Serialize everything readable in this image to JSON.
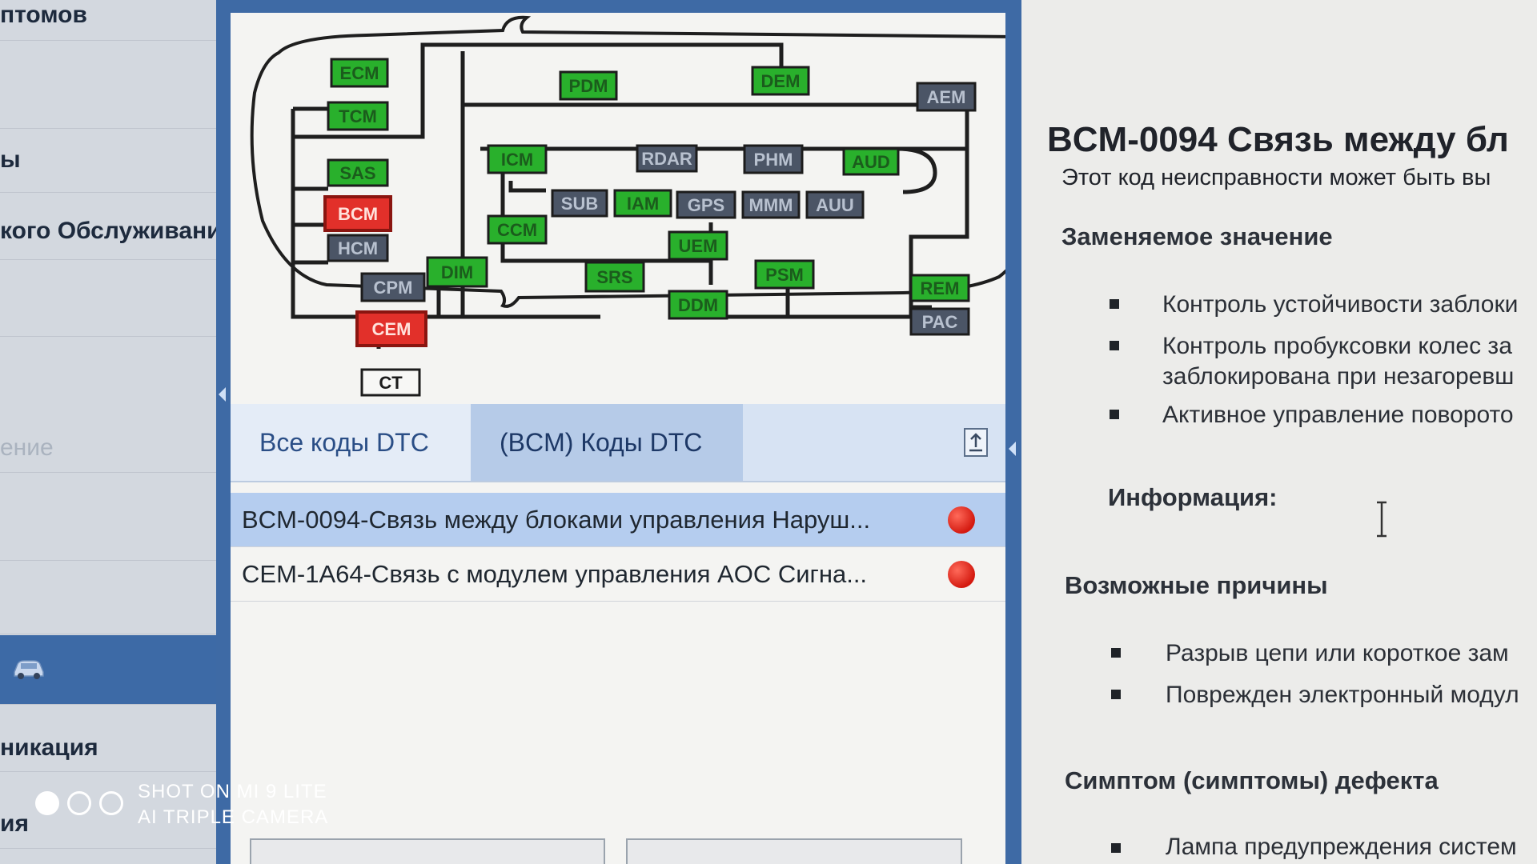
{
  "sidebar": {
    "items": [
      {
        "label": "птомов",
        "style": "normal"
      },
      {
        "label": "",
        "style": "normal"
      },
      {
        "label": "ы",
        "style": "normal"
      },
      {
        "label": "кого Обслуживани",
        "style": "normal"
      },
      {
        "label": "",
        "style": "normal"
      },
      {
        "label": "ение",
        "style": "dim"
      },
      {
        "label": "",
        "style": "normal"
      },
      {
        "label": "",
        "style": "normal"
      },
      {
        "label": "",
        "style": "active",
        "icon": "car-icon"
      },
      {
        "label": "никация",
        "style": "normal"
      },
      {
        "label": "ия",
        "style": "normal"
      }
    ]
  },
  "topology": {
    "modules": [
      {
        "id": "ECM",
        "status": "ok"
      },
      {
        "id": "TCM",
        "status": "ok"
      },
      {
        "id": "SAS",
        "status": "ok"
      },
      {
        "id": "BCM",
        "status": "fault"
      },
      {
        "id": "HCM",
        "status": "none"
      },
      {
        "id": "CPM",
        "status": "none"
      },
      {
        "id": "CEM",
        "status": "fault"
      },
      {
        "id": "CT",
        "status": "connector"
      },
      {
        "id": "DIM",
        "status": "ok"
      },
      {
        "id": "PDM",
        "status": "ok"
      },
      {
        "id": "DEM",
        "status": "ok"
      },
      {
        "id": "AEM",
        "status": "none"
      },
      {
        "id": "ICM",
        "status": "ok"
      },
      {
        "id": "RDAR",
        "status": "none"
      },
      {
        "id": "PHM",
        "status": "none"
      },
      {
        "id": "AUD",
        "status": "ok"
      },
      {
        "id": "SUB",
        "status": "none"
      },
      {
        "id": "IAM",
        "status": "ok"
      },
      {
        "id": "GPS",
        "status": "none"
      },
      {
        "id": "MMM",
        "status": "none"
      },
      {
        "id": "AUU",
        "status": "none"
      },
      {
        "id": "CCM",
        "status": "ok"
      },
      {
        "id": "UEM",
        "status": "ok"
      },
      {
        "id": "SRS",
        "status": "ok"
      },
      {
        "id": "DDM",
        "status": "ok"
      },
      {
        "id": "PSM",
        "status": "ok"
      },
      {
        "id": "REM",
        "status": "ok"
      },
      {
        "id": "PAC",
        "status": "none"
      }
    ]
  },
  "tabs": [
    {
      "label": "Все коды DTC"
    },
    {
      "label": "(BCM) Коды DTC"
    }
  ],
  "dtc_list": [
    {
      "text": "BCM-0094-Связь между блоками управления Наруш...",
      "status": "error",
      "selected": true
    },
    {
      "text": "CEM-1A64-Связь с модулем управления AOC Сигна...",
      "status": "error",
      "selected": false
    }
  ],
  "info": {
    "title": "BCM-0094 Связь между бл",
    "description": "Этот код неисправности может быть вы",
    "replaced_value_heading": "Заменяемое значение",
    "replaced_values": [
      "Контроль устойчивости заблоки",
      "Контроль пробуксовки колес за",
      "заблокирована при незагоревш",
      "Активное управление поворото"
    ],
    "information_heading": "Информация:",
    "causes_heading": "Возможные причины",
    "causes": [
      "Разрыв цепи или короткое зам",
      "Поврежден электронный модул"
    ],
    "symptoms_heading": "Симптом (симптомы) дефекта",
    "symptoms": [
      "Лампа предупреждения систем"
    ]
  },
  "watermark": {
    "line1": "SHOT ON MI 9 LITE",
    "line2": "AI TRIPLE CAMERA"
  },
  "colors": {
    "module_ok": "#29b02c",
    "module_fault": "#e2302a",
    "module_none": "#4b5566",
    "accent": "#3e6aa5",
    "tab_active": "#b6cbe8",
    "row_selected": "#b5cdef",
    "status_error": "#d41a10"
  }
}
